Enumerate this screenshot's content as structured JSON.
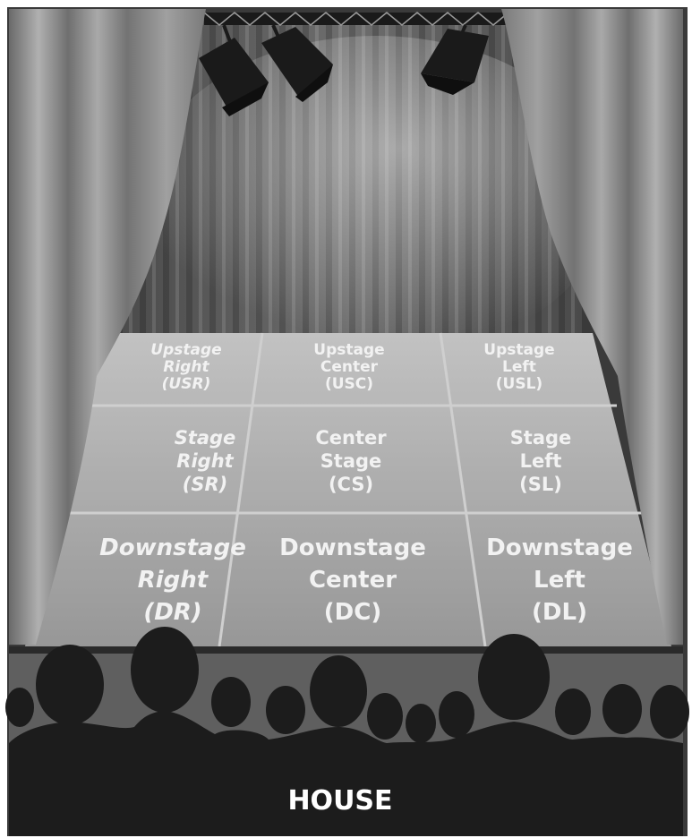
{
  "stage_zones": [
    {
      "id": "usr",
      "row": 0,
      "col": 0,
      "lines": [
        "Upstage",
        "Right",
        "(USR)"
      ],
      "italic": true
    },
    {
      "id": "usc",
      "row": 0,
      "col": 1,
      "lines": [
        "Upstage",
        "Center",
        "(USC)"
      ],
      "italic": false
    },
    {
      "id": "usl",
      "row": 0,
      "col": 2,
      "lines": [
        "Upstage",
        "Left",
        "(USL)"
      ],
      "italic": false
    },
    {
      "id": "sr",
      "row": 1,
      "col": 0,
      "lines": [
        "Stage",
        "Right",
        "(SR)"
      ],
      "italic": true
    },
    {
      "id": "cs",
      "row": 1,
      "col": 1,
      "lines": [
        "Center",
        "Stage",
        "(CS)"
      ],
      "italic": false
    },
    {
      "id": "sl",
      "row": 1,
      "col": 2,
      "lines": [
        "Stage",
        "Left",
        "(SL)"
      ],
      "italic": false
    },
    {
      "id": "dr",
      "row": 2,
      "col": 0,
      "lines": [
        "Downstage",
        "Right",
        "(DR)"
      ],
      "italic": true
    },
    {
      "id": "dc",
      "row": 2,
      "col": 1,
      "lines": [
        "Downstage",
        "Center",
        "(DC)"
      ],
      "italic": false
    },
    {
      "id": "dl",
      "row": 2,
      "col": 2,
      "lines": [
        "Downstage",
        "Left",
        "(DL)"
      ],
      "italic": false
    }
  ],
  "house": {
    "label": "HOUSE"
  },
  "colors": {
    "backdrop": "#5a5a5a",
    "floor": "#a3a3a3",
    "grid_lines": "#c8c8c8",
    "curtain": "#8c8c8c",
    "audience": "#1c1c1c",
    "lights": "#1a1a1a",
    "text": "#f2f2f2"
  },
  "icons": {
    "lights": "spotlight-icon",
    "audience": "audience-silhouette-icon"
  }
}
